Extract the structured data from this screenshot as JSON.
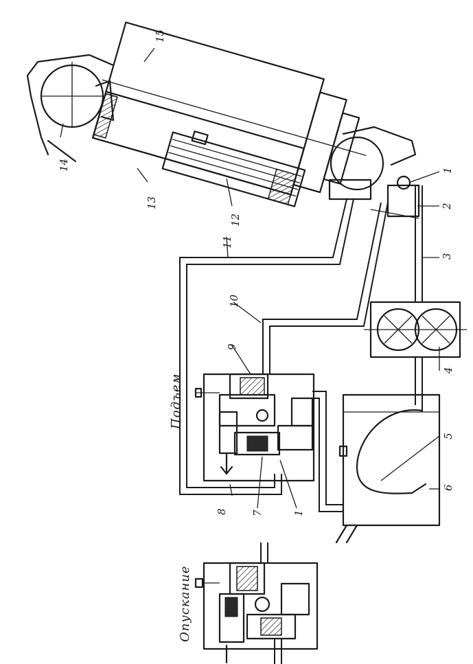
{
  "captions": {
    "raise": "Подъем",
    "lower": "Опускание"
  },
  "labels": {
    "l1a": "1",
    "l1b": "1",
    "l2": "2",
    "l3": "3",
    "l4": "4",
    "l5": "5",
    "l6": "6",
    "l7": "7",
    "l8": "8",
    "l9": "9",
    "l10": "10",
    "l11": "11",
    "l12": "12",
    "l13": "13",
    "l14": "14",
    "l15": "15"
  }
}
